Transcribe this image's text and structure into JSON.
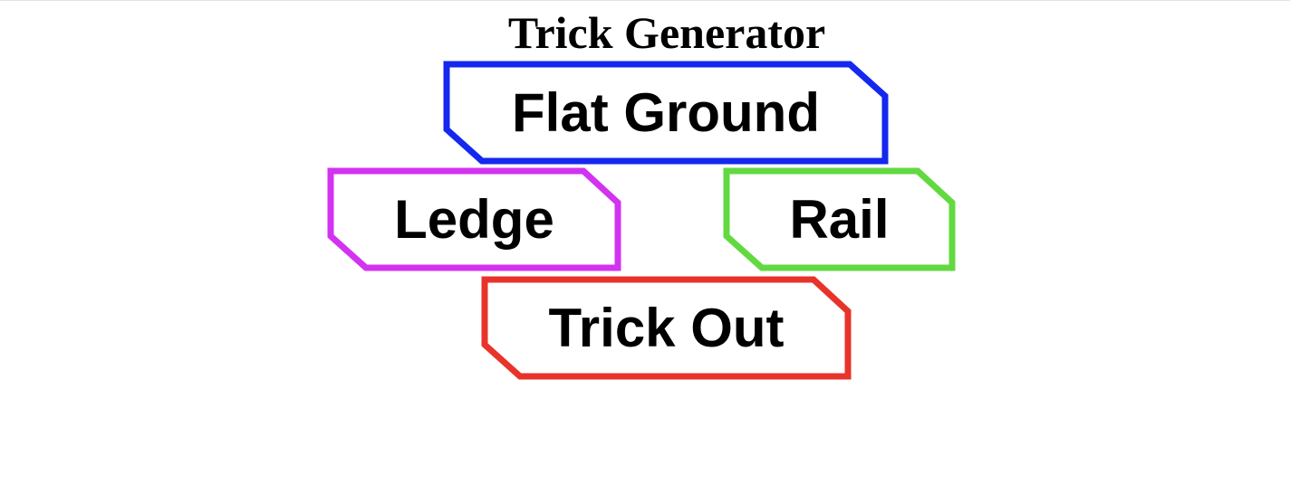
{
  "page": {
    "title": "Trick Generator"
  },
  "buttons": [
    {
      "label": "Flat Ground",
      "color": "#1428ef",
      "icon": "none"
    },
    {
      "label": "Ledge",
      "color": "#d233f0",
      "icon": "none"
    },
    {
      "label": "Rail",
      "color": "#62d940",
      "icon": "none"
    },
    {
      "label": "Trick Out",
      "color": "#e8332a",
      "icon": "none"
    }
  ]
}
